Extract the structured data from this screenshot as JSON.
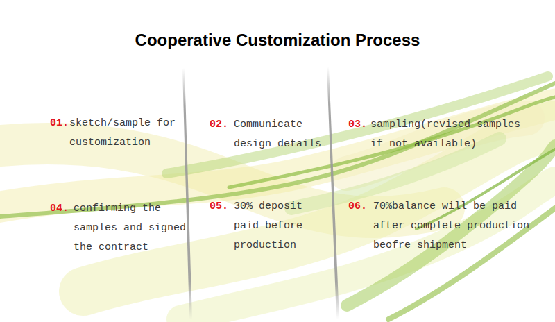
{
  "diagram": {
    "title": "Cooperative Customization Process",
    "labels": [
      "01.",
      "sketch/sample for customization",
      "02.",
      "Communicate design details",
      "03.",
      "sampling(revised samples if not available)",
      "04.",
      "confirming the samples and signed the contract",
      "05.",
      "30% deposit paid before production",
      "06.",
      "70%balance will be paid after complete production beofre shipment"
    ]
  }
}
